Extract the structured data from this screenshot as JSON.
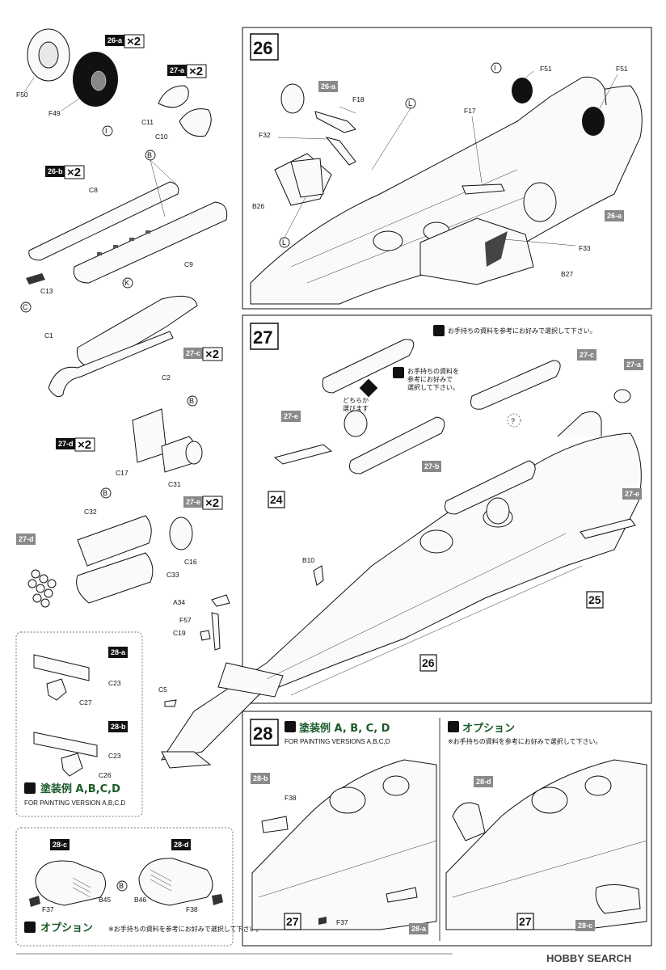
{
  "left_column": {
    "step26a": {
      "tag": "26-a",
      "mult": "×2",
      "parts": [
        "F50",
        "F49"
      ],
      "marker": "Ⓘ"
    },
    "step27a": {
      "tag": "27-a",
      "mult": "×2",
      "parts": [
        "C11",
        "C10"
      ]
    },
    "step26b": {
      "tag": "26-b",
      "mult": "×2",
      "parts": [
        "C8",
        "C9",
        "C13"
      ],
      "markers": [
        "Ⓑ",
        "Ⓒ"
      ]
    },
    "step27c": {
      "tag": "27-c",
      "mult": "×2",
      "parts": [
        "C1",
        "C2"
      ],
      "marker": "Ⓚ"
    },
    "step27d": {
      "tag": "27-d",
      "mult": "×2",
      "parts": [
        "C17",
        "C31"
      ],
      "marker": "Ⓑ"
    },
    "step27e": {
      "tag": "27-e",
      "mult": "×2",
      "parts": [
        "C32",
        "C16",
        "C33"
      ],
      "marker": "Ⓑ",
      "side_tag": "27-d"
    },
    "step28a": {
      "tag": "28-a",
      "parts": [
        "C23",
        "C27"
      ]
    },
    "step28b": {
      "tag": "28-b",
      "parts": [
        "C23",
        "C26"
      ]
    },
    "painting_jp": "塗装例 A,B,C,D",
    "painting_en": "FOR PAINTING VERSION A,B,C,D",
    "step28c": {
      "tag": "28-c",
      "parts": [
        "F37",
        "B45"
      ]
    },
    "step28d": {
      "tag": "28-d",
      "parts": [
        "B46",
        "F38"
      ],
      "marker": "Ⓑ"
    },
    "option_jp": "オプション",
    "option_note": "※お手持ちの資料を参考にお好みで選択して下さい。"
  },
  "step26": {
    "number": "26",
    "tags": [
      "26-a",
      "26-a"
    ],
    "parts": [
      "F51",
      "F51",
      "F18",
      "F32",
      "F17",
      "B26",
      "F33",
      "B27"
    ],
    "markers": [
      "Ⓘ",
      "Ⓛ",
      "Ⓛ"
    ]
  },
  "step27": {
    "number": "27",
    "note1": "お手持ちの資料を参考にお好みで選択して下さい。",
    "note2a": "お手持ちの資料を",
    "note2b": "参考にお好みで",
    "note2c": "選択して下さい。",
    "choose_a": "どちらか",
    "choose_b": "選びます",
    "tags": [
      "27-c",
      "27-a",
      "27-e",
      "27-b",
      "27-e"
    ],
    "refs": [
      "24",
      "25",
      "26"
    ],
    "parts": [
      "B10",
      "A34",
      "F57",
      "C19",
      "C5"
    ],
    "question": "?"
  },
  "step28": {
    "number": "28",
    "painting_jp": "塗装例 A, B, C, D",
    "painting_en": "FOR PAINTING VERSIONS A,B,C,D",
    "option_jp": "オプション",
    "option_note": "※お手持ちの資料を参考にお好みで選択して下さい。",
    "tags": [
      "28-b",
      "28-a",
      "28-d",
      "28-c"
    ],
    "parts": [
      "F38",
      "F37"
    ],
    "refs": [
      "27",
      "27"
    ]
  },
  "watermark": "HOBBY SEARCH"
}
